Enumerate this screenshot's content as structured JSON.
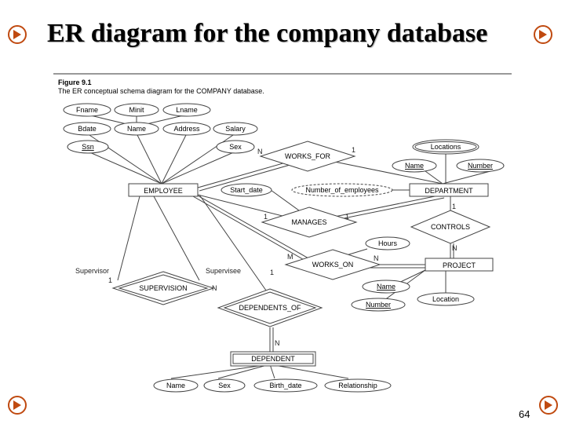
{
  "slide": {
    "title": "ER diagram for the company database",
    "page_number": "64",
    "corner_icon": "corner-bullet-icon"
  },
  "figure": {
    "label": "Figure 9.1",
    "caption": "The ER conceptual schema diagram for the COMPANY database."
  },
  "entities": {
    "employee": "EMPLOYEE",
    "department": "DEPARTMENT",
    "project": "PROJECT",
    "dependent": "DEPENDENT"
  },
  "relationships": {
    "works_for": "WORKS_FOR",
    "manages": "MANAGES",
    "controls": "CONTROLS",
    "works_on": "WORKS_ON",
    "supervision": "SUPERVISION",
    "dependents_of": "DEPENDENTS_OF"
  },
  "attributes": {
    "fname": "Fname",
    "minit": "Minit",
    "lname": "Lname",
    "bdate": "Bdate",
    "emp_name": "Name",
    "address": "Address",
    "salary": "Salary",
    "ssn": "Ssn",
    "sex": "Sex",
    "start_date": "Start_date",
    "num_employees": "Number_of_employees",
    "locations": "Locations",
    "dept_name": "Name",
    "dept_number": "Number",
    "hours": "Hours",
    "proj_name": "Name",
    "proj_number": "Number",
    "location": "Location",
    "dep_name": "Name",
    "dep_sex": "Sex",
    "birth_date": "Birth_date",
    "relationship": "Relationship"
  },
  "cardinalities": {
    "wf_emp": "N",
    "wf_dept": "1",
    "mg_emp": "1",
    "mg_dept": "1",
    "ct_dept": "1",
    "ct_proj": "N",
    "wo_emp": "M",
    "wo_proj": "N",
    "sup_supervisor": "1",
    "sup_supervisee": "N",
    "dep_emp": "1",
    "dep_dep": "N"
  },
  "roles": {
    "supervisor": "Supervisor",
    "supervisee": "Supervisee"
  },
  "colors": {
    "corner": "#c04a10",
    "line": "#444444",
    "entity_fill": "#ffffff"
  }
}
